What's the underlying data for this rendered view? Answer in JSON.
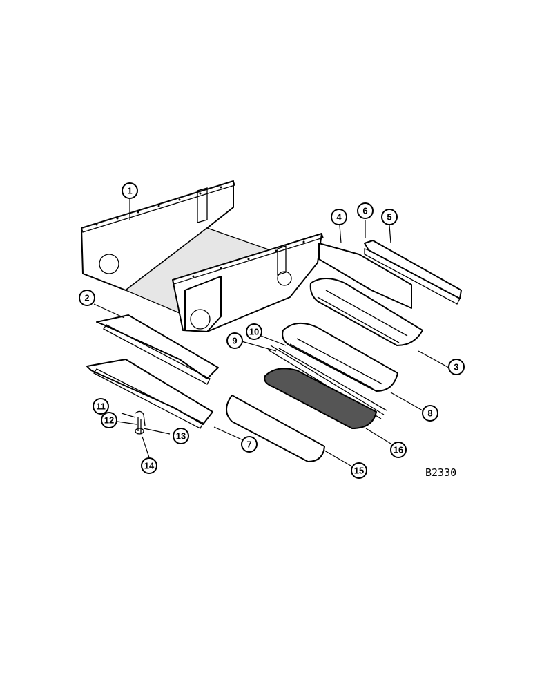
{
  "diagram": {
    "reference_code": "B2330",
    "callouts": [
      {
        "id": "c1",
        "label": "1"
      },
      {
        "id": "c2",
        "label": "2"
      },
      {
        "id": "c3",
        "label": "3"
      },
      {
        "id": "c4",
        "label": "4"
      },
      {
        "id": "c5",
        "label": "5"
      },
      {
        "id": "c6",
        "label": "6"
      },
      {
        "id": "c7",
        "label": "7"
      },
      {
        "id": "c8",
        "label": "8"
      },
      {
        "id": "c9",
        "label": "9"
      },
      {
        "id": "c10",
        "label": "10"
      },
      {
        "id": "c11",
        "label": "11"
      },
      {
        "id": "c12",
        "label": "12"
      },
      {
        "id": "c13",
        "label": "13"
      },
      {
        "id": "c14",
        "label": "14"
      },
      {
        "id": "c15",
        "label": "15"
      },
      {
        "id": "c16",
        "label": "16"
      }
    ]
  }
}
